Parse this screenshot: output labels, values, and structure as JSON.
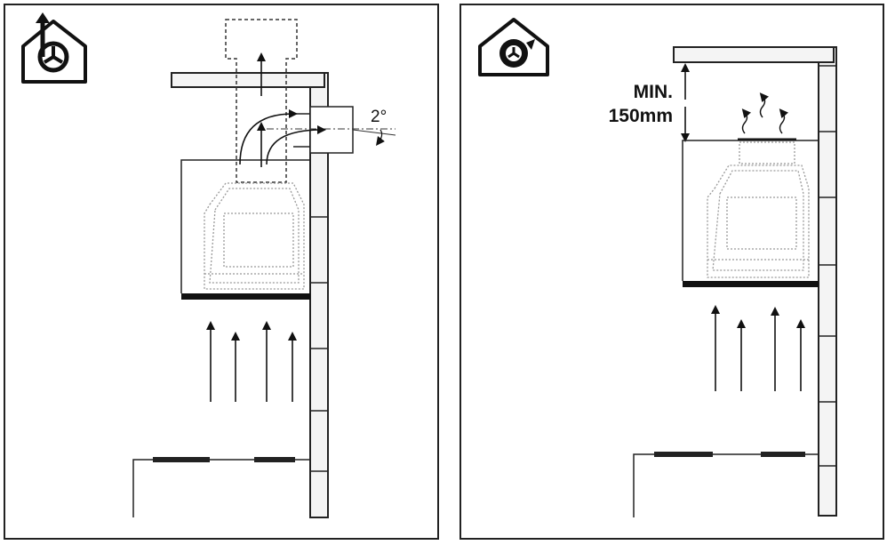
{
  "left_panel": {
    "icon": "house-extraction-fan-icon",
    "angle_label": "2°"
  },
  "right_panel": {
    "icon": "house-recirculation-fan-icon",
    "min_label": "MIN.",
    "distance_label": "150mm"
  },
  "colors": {
    "line": "#222222",
    "wall_fill": "#f4f4f4",
    "dashed": "#888888"
  }
}
